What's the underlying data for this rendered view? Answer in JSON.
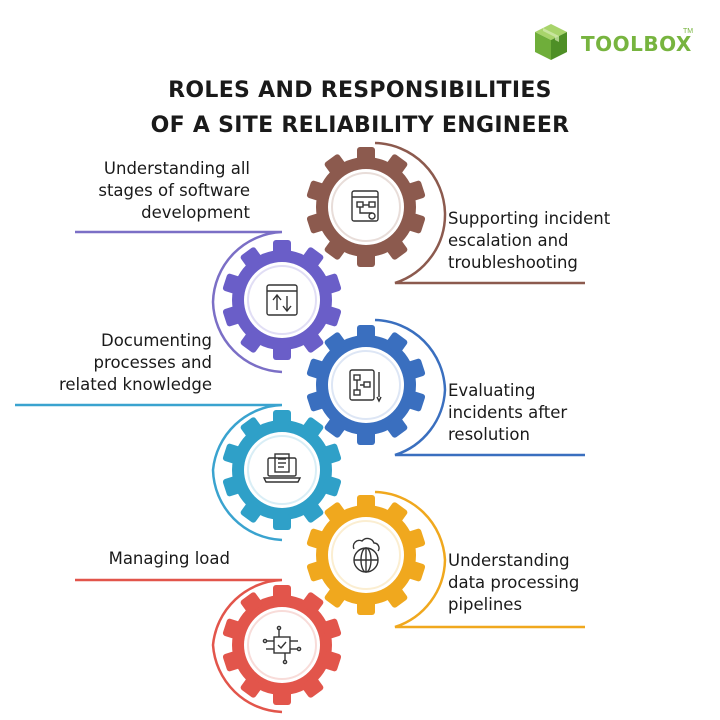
{
  "brand": {
    "name": "TOOLBOX",
    "tm": "TM"
  },
  "title": {
    "line1": "ROLES AND RESPONSIBILITIES",
    "line2": "OF A SITE RELIABILITY ENGINEER"
  },
  "items": [
    {
      "lines": [
        "Understanding all",
        "stages of software",
        "development"
      ],
      "color": "#7b6fc6"
    },
    {
      "lines": [
        "Supporting incident",
        "escalation and",
        "troubleshooting"
      ],
      "color": "#8c5a4e"
    },
    {
      "lines": [
        "Documenting",
        "processes and",
        "related knowledge"
      ],
      "color": "#3aa3cf"
    },
    {
      "lines": [
        "Evaluating",
        "incidents after",
        "resolution"
      ],
      "color": "#3a6fbf"
    },
    {
      "lines": [
        "Managing load"
      ],
      "color": "#e2554b"
    },
    {
      "lines": [
        "Understanding",
        "data processing",
        "pipelines"
      ],
      "color": "#f0a81e"
    }
  ],
  "gears": [
    {
      "icon": "flowchart-document-icon",
      "color": "#8c5a4e"
    },
    {
      "icon": "transfer-arrows-icon",
      "color": "#6a5ec8"
    },
    {
      "icon": "process-diagram-icon",
      "color": "#3a6fbf"
    },
    {
      "icon": "laptop-document-icon",
      "color": "#2fa0c8"
    },
    {
      "icon": "cloud-globe-icon",
      "color": "#f0a81e"
    },
    {
      "icon": "circuit-chip-icon",
      "color": "#e2554b"
    }
  ]
}
